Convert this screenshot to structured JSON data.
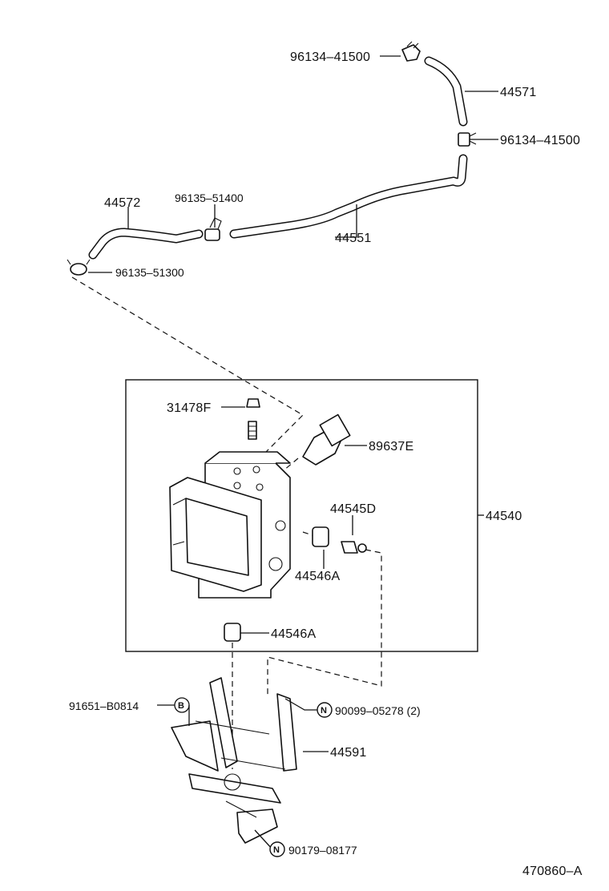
{
  "parts": {
    "clamp_upper": "96134–41500",
    "hose_upper": "44571",
    "clamp_right": "96134–41500",
    "hose_left": "44572",
    "clamp_mid": "96135–51400",
    "tube_main": "44551",
    "clamp_left": "96135–51300",
    "cap": "31478F",
    "sensor": "89637E",
    "actuator_assy": "44540",
    "bolt": "44545D",
    "cushion_side": "44546A",
    "cushion_bottom": "44546A",
    "bolt_b": "91651–B0814",
    "nut_n": "90099–05278 (2)",
    "bracket": "44591",
    "nut_bottom": "90179–08177"
  },
  "badges": {
    "b": "B",
    "n1": "N",
    "n2": "N"
  },
  "diagram_id": "470860–A"
}
